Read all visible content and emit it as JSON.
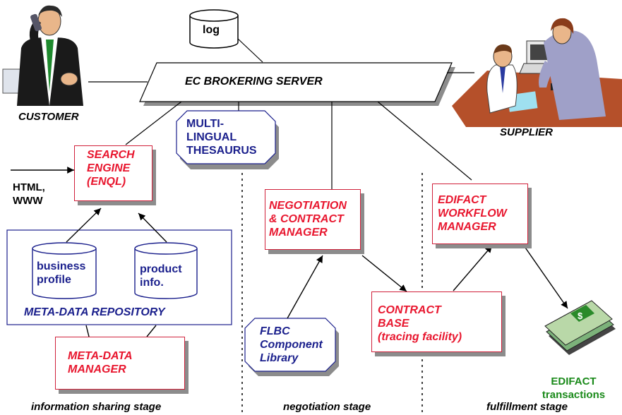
{
  "nodes": {
    "log": "log",
    "server": "EC BROKERING SERVER",
    "customer": "CUSTOMER",
    "supplier": "SUPPLIER",
    "thesaurus": "MULTI-\nLINGUAL\nTHESAURUS",
    "search_engine": "SEARCH\nENGINE\n(ENQL)",
    "html_www": "HTML,\nWWW",
    "business_profile": "business\nprofile",
    "product_info": "product\ninfo.",
    "repository": "META-DATA REPOSITORY",
    "metadata_manager": "META-DATA\nMANAGER",
    "negotiation_manager": "NEGOTIATION\n& CONTRACT\nMANAGER",
    "contract_base": "CONTRACT\nBASE\n(tracing facility)",
    "flbc_library": "FLBC\nComponent\nLibrary",
    "edifact_manager": "EDIFACT\nWORKFLOW\nMANAGER",
    "edifact_transactions": "EDIFACT\ntransactions"
  },
  "stages": {
    "information": "information sharing stage",
    "negotiation": "negotiation stage",
    "fulfillment": "fulfillment stage"
  },
  "icons": {
    "customer": "businessman-on-phone-icon",
    "supplier": "office-workers-with-computer-icon",
    "money": "money-stack-icon"
  }
}
